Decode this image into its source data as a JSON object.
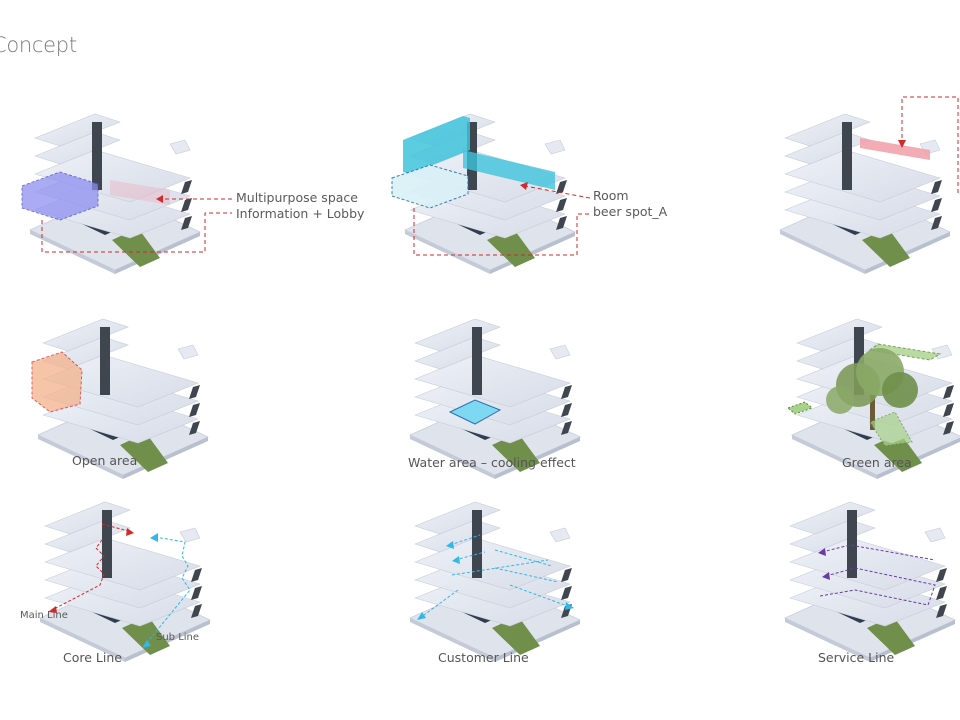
{
  "title": "Concept",
  "panels": {
    "multipurpose": {
      "label_1": "Multipurpose space",
      "label_2": "Information + Lobby"
    },
    "room": {
      "label_1": "Room",
      "label_2": "beer spot_A"
    },
    "open": {
      "caption": "Open area"
    },
    "water": {
      "caption": "Water area – cooling effect"
    },
    "green": {
      "caption": "Green area"
    },
    "core": {
      "caption": "Core Line",
      "main_label": "Main Line",
      "sub_label": "Sub Line"
    },
    "customer": {
      "caption": "Customer Line"
    },
    "service": {
      "caption": "Service Line"
    }
  },
  "colors": {
    "slab": "#e4e8f1",
    "core": "#3f4650",
    "pool": "#2f3d4f",
    "lawn": "#6f8f4a",
    "red_line": "#d22a2a",
    "blue_line": "#30b8e8",
    "purple_line": "#6a3aa8",
    "lobby": "#8f8ff0",
    "room": "#3fc3dc",
    "open_box": "#f4b28c",
    "water": "#7fd8f2",
    "green": "#a8d28a",
    "rooftop": "#f2a2ac"
  }
}
